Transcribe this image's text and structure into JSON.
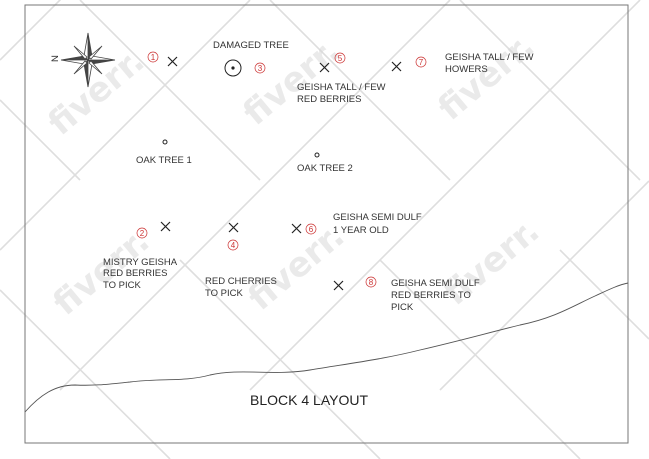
{
  "diagram": {
    "title": "BLOCK 4 LAYOUT",
    "compass_label": "N",
    "watermark_text": "fiverr.",
    "colors": {
      "lines": "#555555",
      "numbers": "#cc3333",
      "text": "#333333",
      "watermark": "#d9d9d9"
    },
    "trees": [
      {
        "number": "1",
        "label": []
      },
      {
        "number": "2",
        "label": [
          "MISTRY GEISHA",
          "RED BERRIES",
          "TO PICK"
        ]
      },
      {
        "number": "3",
        "label": [
          "DAMAGED TREE"
        ]
      },
      {
        "number": "4",
        "label": [
          "RED CHERRIES",
          "TO PICK"
        ]
      },
      {
        "number": "5",
        "label": [
          "GEISHA TALL / FEW",
          "RED BERRIES"
        ]
      },
      {
        "number": "6",
        "label": [
          "GEISHA SEMI DULF",
          "1 YEAR OLD"
        ]
      },
      {
        "number": "7",
        "label": [
          "GEISHA TALL / FEW",
          "HOWERS"
        ]
      },
      {
        "number": "8",
        "label": [
          "GEISHA SEMI DULF",
          "RED BERRIES TO",
          "PICK"
        ]
      }
    ],
    "oak_trees": [
      {
        "label": "OAK TREE 1"
      },
      {
        "label": "OAK TREE 2"
      }
    ]
  }
}
